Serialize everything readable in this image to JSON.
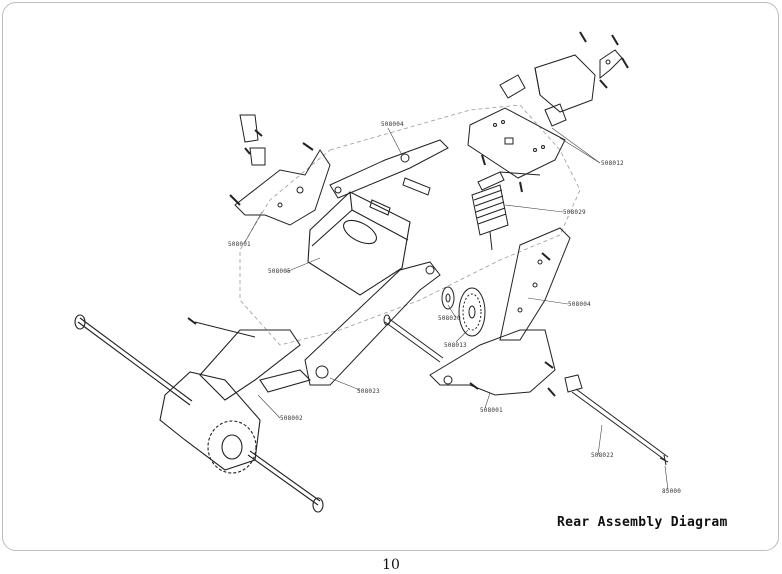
{
  "page": {
    "title": "Rear Assembly Diagram",
    "page_number": "10"
  },
  "callouts": {
    "c508004_top": "508004",
    "c508012": "508012",
    "c508001_left": "508001",
    "c508029": "508029",
    "c508005": "508005",
    "c508004_right": "508004",
    "c508020": "508020",
    "c508013": "508013",
    "c508023": "508023",
    "c508002": "508002",
    "c508001_right": "508001",
    "c508022": "508022",
    "c85000": "85000"
  },
  "colors": {
    "line": "#222222",
    "dashed": "#9a9a9a",
    "frame": "#bdbdbd"
  }
}
